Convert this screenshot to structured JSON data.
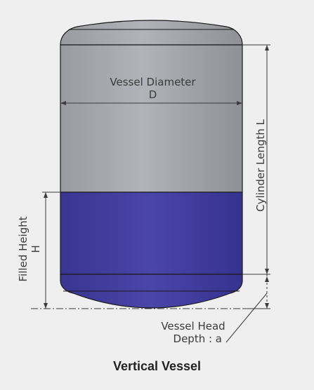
{
  "labels": {
    "diameter_line1": "Vessel Diameter",
    "diameter_line2": "D",
    "cylinder_length": "Cylinder Length L",
    "filled_line1": "Filled Height",
    "filled_line2": "H",
    "head_line1": "Vessel Head",
    "head_line2": "Depth : a",
    "title": "Vertical Vessel"
  },
  "colors": {
    "background": "#efefef",
    "shell": "#a3a4a8",
    "liquid": "#3f3a9a",
    "outline": "#1a1a1a",
    "dimension": "#3b3b3b"
  }
}
